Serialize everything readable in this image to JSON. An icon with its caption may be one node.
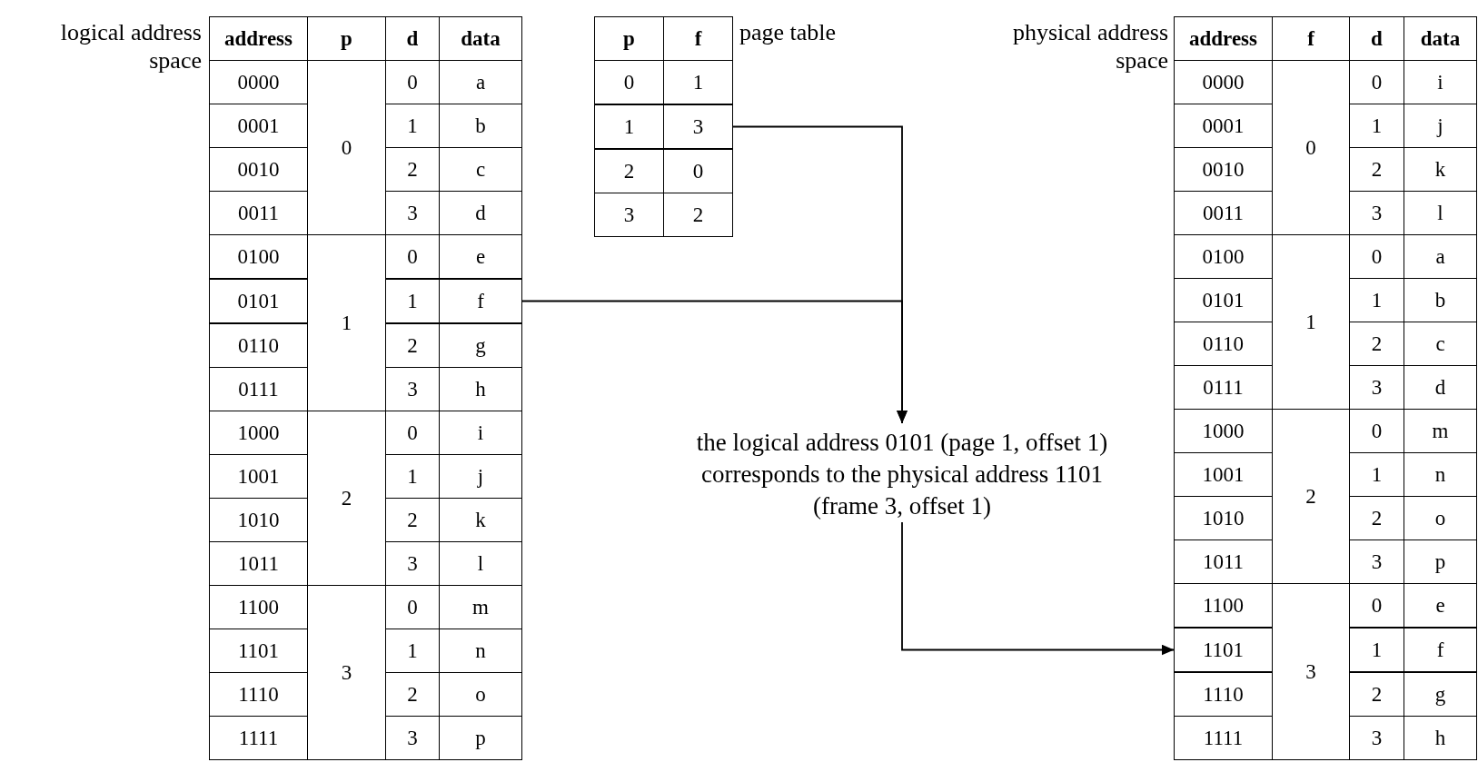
{
  "diagram": {
    "nodes": [
      {
        "text": [],
        "shape": "box"
      },
      {
        "text": [],
        "shape": "box"
      },
      {
        "text": [
          "the logical address 0101 (page 1, offset 1) corresponds to the physical address 1101 (frame 3, offset 1)"
        ]
      },
      {
        "text": [],
        "shape": "box"
      }
    ],
    "edges": [
      {
        "from": 0,
        "to": 2,
        "arrow": "to"
      },
      {
        "from": 1,
        "to": 2,
        "arrow": "to"
      },
      {
        "from": 2,
        "to": 3,
        "arrow": "to"
      }
    ],
    "labels": [
      "logical address space",
      "address",
      "p",
      "d",
      "data",
      "0000",
      "0",
      "0",
      "a",
      "0001",
      "1",
      "b",
      "0010",
      "2",
      "c",
      "0011",
      "3",
      "d",
      "0100",
      "1",
      "0",
      "e",
      "0101",
      "1",
      "f",
      "0110",
      "2",
      "g",
      "0111",
      "3",
      "h",
      "1000",
      "2",
      "0",
      "i",
      "1001",
      "1",
      "j",
      "1010",
      "2",
      "k",
      "1011",
      "3",
      "l",
      "1100",
      "3",
      "0",
      "m",
      "1101",
      "1",
      "n",
      "1110",
      "2",
      "o",
      "1111",
      "3",
      "p",
      "p",
      "f",
      "0",
      "1",
      "1",
      "3",
      "2",
      "0",
      "3",
      "2",
      "page table",
      "physical address space",
      "address",
      "f",
      "d",
      "data",
      "0000",
      "0",
      "0",
      "i",
      "0001",
      "1",
      "j",
      "0010",
      "2",
      "k",
      "0011",
      "3",
      "l",
      "0100",
      "1",
      "0",
      "a",
      "0101",
      "1",
      "b",
      "0110",
      "2",
      "c",
      "0111",
      "3",
      "d",
      "1000",
      "2",
      "0",
      "m",
      "1001",
      "1",
      "n",
      "1010",
      "2",
      "o",
      "1011",
      "3",
      "p",
      "1100",
      "3",
      "0",
      "e",
      "1101",
      "1",
      "f",
      "1110",
      "2",
      "g",
      "1111",
      "3",
      "h"
    ]
  }
}
